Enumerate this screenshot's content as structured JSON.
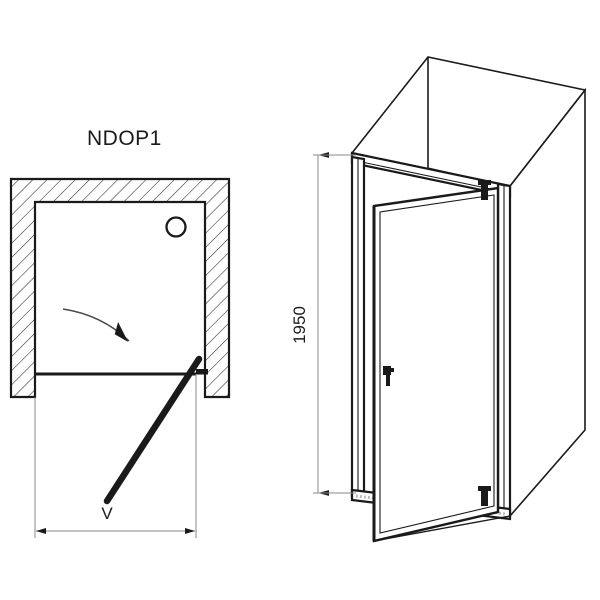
{
  "drawing": {
    "title": "NDOP1",
    "product_type": "shower-door-technical-drawing",
    "colors": {
      "line": "#1a1a1a",
      "thin_line": "#4a4a4a",
      "dimension_line": "#8a8a8a",
      "hatch": "#2a2a2a",
      "background": "#ffffff"
    }
  },
  "plan_view": {
    "label": "NDOP1",
    "dimension_label": "V",
    "elements": {
      "wall_label": "hatched-wall",
      "door_panel_label": "door-panel",
      "swing_arc_label": "door-swing-direction",
      "handle_label": "handle-circle",
      "hinge_label": "hinge"
    }
  },
  "iso_view": {
    "height_dimension": "1950",
    "elements": {
      "enclosure_label": "shower-enclosure",
      "door_label": "hinged-door",
      "handle_label": "door-handle",
      "hinge_top_label": "top-hinge",
      "hinge_bottom_label": "bottom-hinge",
      "side_wall_label": "side-wall-panel",
      "profile_label": "wall-profile"
    }
  }
}
